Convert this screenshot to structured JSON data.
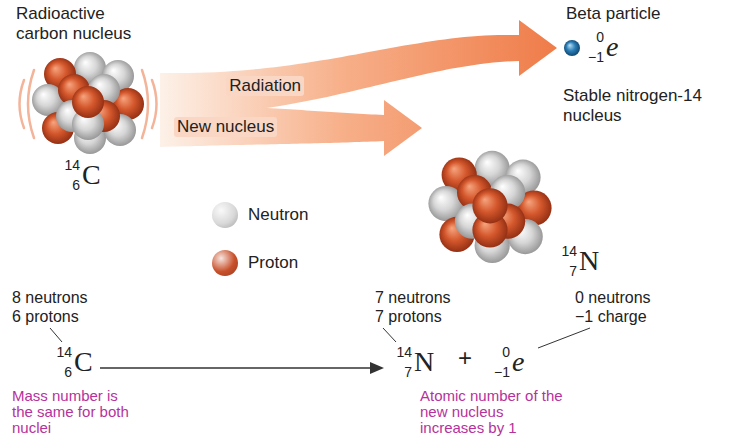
{
  "diagram": {
    "nodes": [
      {
        "text": [
          "Radioactive carbon nucleus",
          "14",
          "6",
          "C"
        ]
      },
      {
        "text": [
          "Beta particle",
          "0",
          "−1",
          "e"
        ]
      },
      {
        "text": [
          "Stable nitrogen-14 nucleus",
          "14",
          "7",
          "N"
        ]
      }
    ],
    "edges": [
      {
        "from": 0,
        "to": 1,
        "arrow": "to",
        "label": "Radiation"
      },
      {
        "from": 0,
        "to": 2,
        "arrow": "to",
        "label": "New nucleus"
      }
    ],
    "labels": [
      "8 neutrons",
      "6 protons",
      "14",
      "6",
      "C",
      "7 neutrons",
      "7 protons",
      "14",
      "7",
      "N",
      "+",
      "0",
      "−1",
      "e",
      "0 neutrons",
      "−1 charge",
      "Mass number is the same for both nuclei",
      "Atomic number of the new nucleus increases by 1"
    ],
    "legend": [
      {
        "text": "Neutron",
        "color": "#d9d9d9"
      },
      {
        "text": "Proton",
        "color": "#c8502b"
      }
    ]
  }
}
